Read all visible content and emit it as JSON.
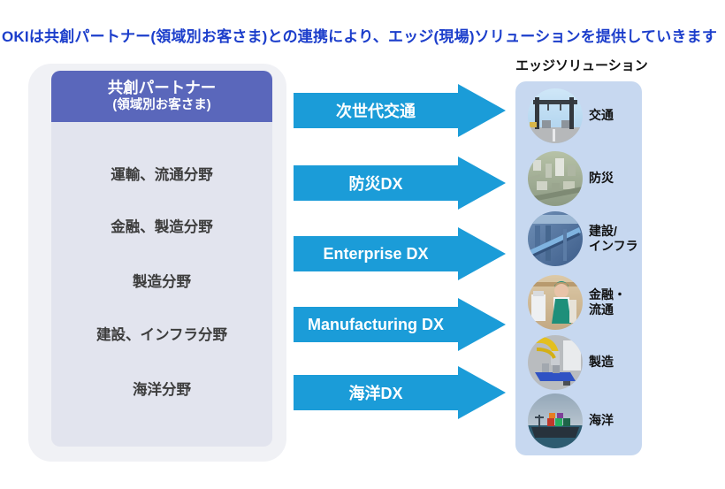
{
  "title": "OKIは共創パートナー(領域別お客さま)との連携により、エッジ(現場)ソリューションを提供していきます",
  "partners": {
    "header_line1": "共創パートナー",
    "header_line2": "(領域別お客さま)",
    "items": [
      "運輸、流通分野",
      "金融、製造分野",
      "製造分野",
      "建設、インフラ分野",
      "海洋分野"
    ]
  },
  "arrows": [
    "次世代交通",
    "防災DX",
    "Enterprise DX",
    "Manufacturing DX",
    "海洋DX"
  ],
  "solutions": {
    "header": "エッジソリューション",
    "items": [
      {
        "label": "交通",
        "icon": "traffic-photo"
      },
      {
        "label": "防災",
        "icon": "disaster-prevention-photo"
      },
      {
        "label": "建設/\nインフラ",
        "icon": "construction-infrastructure-photo"
      },
      {
        "label": "金融・\n流通",
        "icon": "finance-distribution-photo"
      },
      {
        "label": "製造",
        "icon": "manufacturing-photo"
      },
      {
        "label": "海洋",
        "icon": "marine-photo"
      }
    ]
  },
  "colors": {
    "title_text": "#1c3ecb",
    "partner_header_bg": "#5a67bb",
    "partner_body_bg": "#e2e4ee",
    "outer_card_bg": "#f0f1f5",
    "arrow_fill": "#1b9cd8",
    "solutions_panel_bg": "#c7d8f0",
    "partner_item_text": "#3d3d3d"
  }
}
